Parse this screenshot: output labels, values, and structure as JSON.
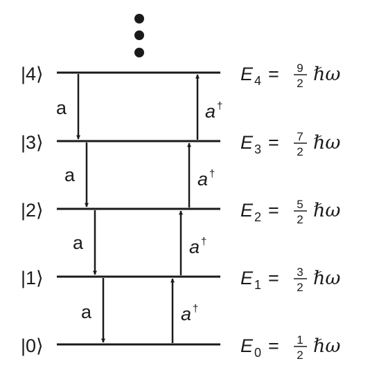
{
  "levels": [
    {
      "ket": "|0⟩",
      "energy_symbol": "E",
      "energy_index": "0",
      "equals": "=",
      "numerator": "1",
      "denominator": "2",
      "unit": "ℏω"
    },
    {
      "ket": "|1⟩",
      "energy_symbol": "E",
      "energy_index": "1",
      "equals": "=",
      "numerator": "3",
      "denominator": "2",
      "unit": "ℏω"
    },
    {
      "ket": "|2⟩",
      "energy_symbol": "E",
      "energy_index": "2",
      "equals": "=",
      "numerator": "5",
      "denominator": "2",
      "unit": "ℏω"
    },
    {
      "ket": "|3⟩",
      "energy_symbol": "E",
      "energy_index": "3",
      "equals": "=",
      "numerator": "7",
      "denominator": "2",
      "unit": "ℏω"
    },
    {
      "ket": "|4⟩",
      "energy_symbol": "E",
      "energy_index": "4",
      "equals": "=",
      "numerator": "9",
      "denominator": "2",
      "unit": "ℏω"
    }
  ],
  "operators": {
    "annihilation": "a",
    "creation": "a",
    "dagger": "†"
  },
  "colors": {
    "ink": "#1a1a1a",
    "background": "#ffffff"
  }
}
